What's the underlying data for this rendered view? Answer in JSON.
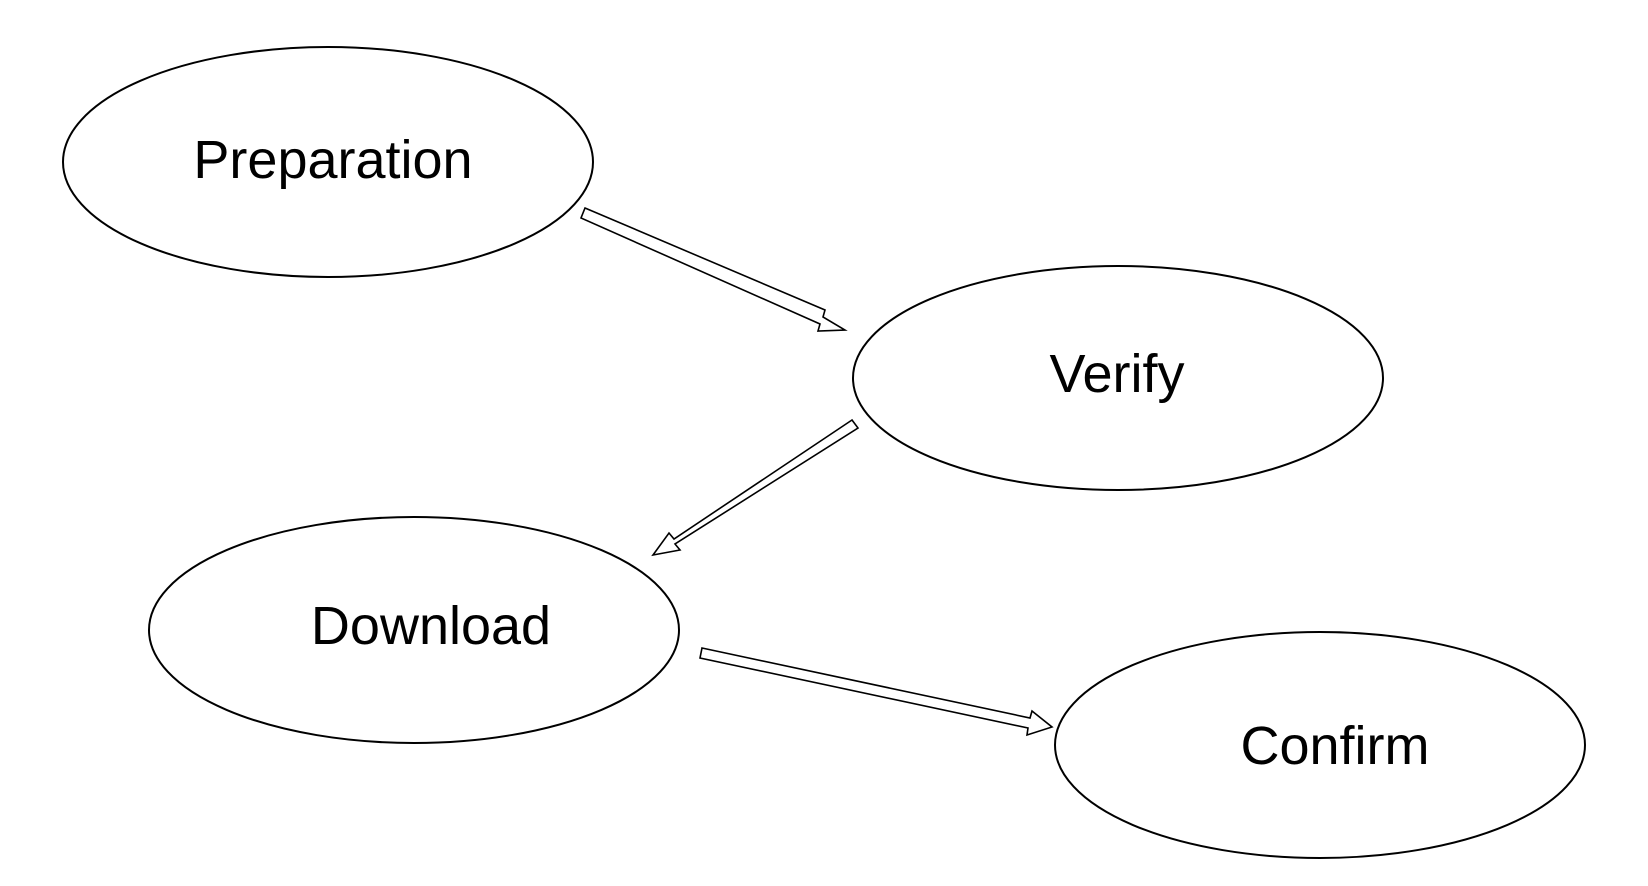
{
  "diagram": {
    "nodes": [
      {
        "id": "preparation",
        "label": "Preparation"
      },
      {
        "id": "verify",
        "label": "Verify"
      },
      {
        "id": "download",
        "label": "Download"
      },
      {
        "id": "confirm",
        "label": "Confirm"
      }
    ],
    "edges": [
      {
        "from": "preparation",
        "to": "verify",
        "style": "hollow-double-line-arrow"
      },
      {
        "from": "verify",
        "to": "download",
        "style": "hollow-double-line-arrow"
      },
      {
        "from": "download",
        "to": "confirm",
        "style": "hollow-double-line-arrow"
      }
    ],
    "colors": {
      "background": "#ffffff",
      "stroke": "#000000",
      "text": "#000000"
    }
  }
}
